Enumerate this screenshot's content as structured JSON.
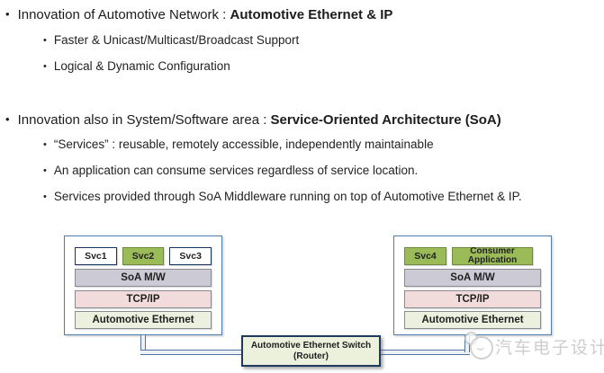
{
  "bullets": [
    {
      "prefix": "Innovation of Automotive Network : ",
      "bold": "Automotive Ethernet & IP",
      "subs": [
        "Faster & Unicast/Multicast/Broadcast Support",
        "Logical & Dynamic Configuration"
      ]
    },
    {
      "prefix": "Innovation also in System/Software area : ",
      "bold": "Service-Oriented Architecture (SoA)",
      "subs": [
        "“Services” : reusable, remotely accessible, independently maintainable",
        "An application can consume services regardless of service location.",
        "Services provided through SoA Middleware running on top of Automotive Ethernet & IP."
      ]
    }
  ],
  "diagram": {
    "left_node": {
      "services": [
        "Svc1",
        "Svc2",
        "Svc3"
      ],
      "layers": [
        "SoA M/W",
        "TCP/IP",
        "Automotive Ethernet"
      ]
    },
    "right_node": {
      "services": [
        "Svc4",
        "Consumer Application"
      ],
      "layers": [
        "SoA M/W",
        "TCP/IP",
        "Automotive Ethernet"
      ]
    },
    "switch": {
      "line1": "Automotive Ethernet Switch",
      "line2": "(Router)"
    },
    "colors": {
      "service_green": "#9bbb59",
      "soa_layer": "#cbcad5",
      "tcpip_layer": "#f2dcdb",
      "ethernet_layer": "#ebf1de",
      "node_border": "#4f7dad",
      "switch_border": "#1f3a5f",
      "connector": "#51749f"
    }
  },
  "watermark": {
    "text": "汽车电子设计"
  }
}
